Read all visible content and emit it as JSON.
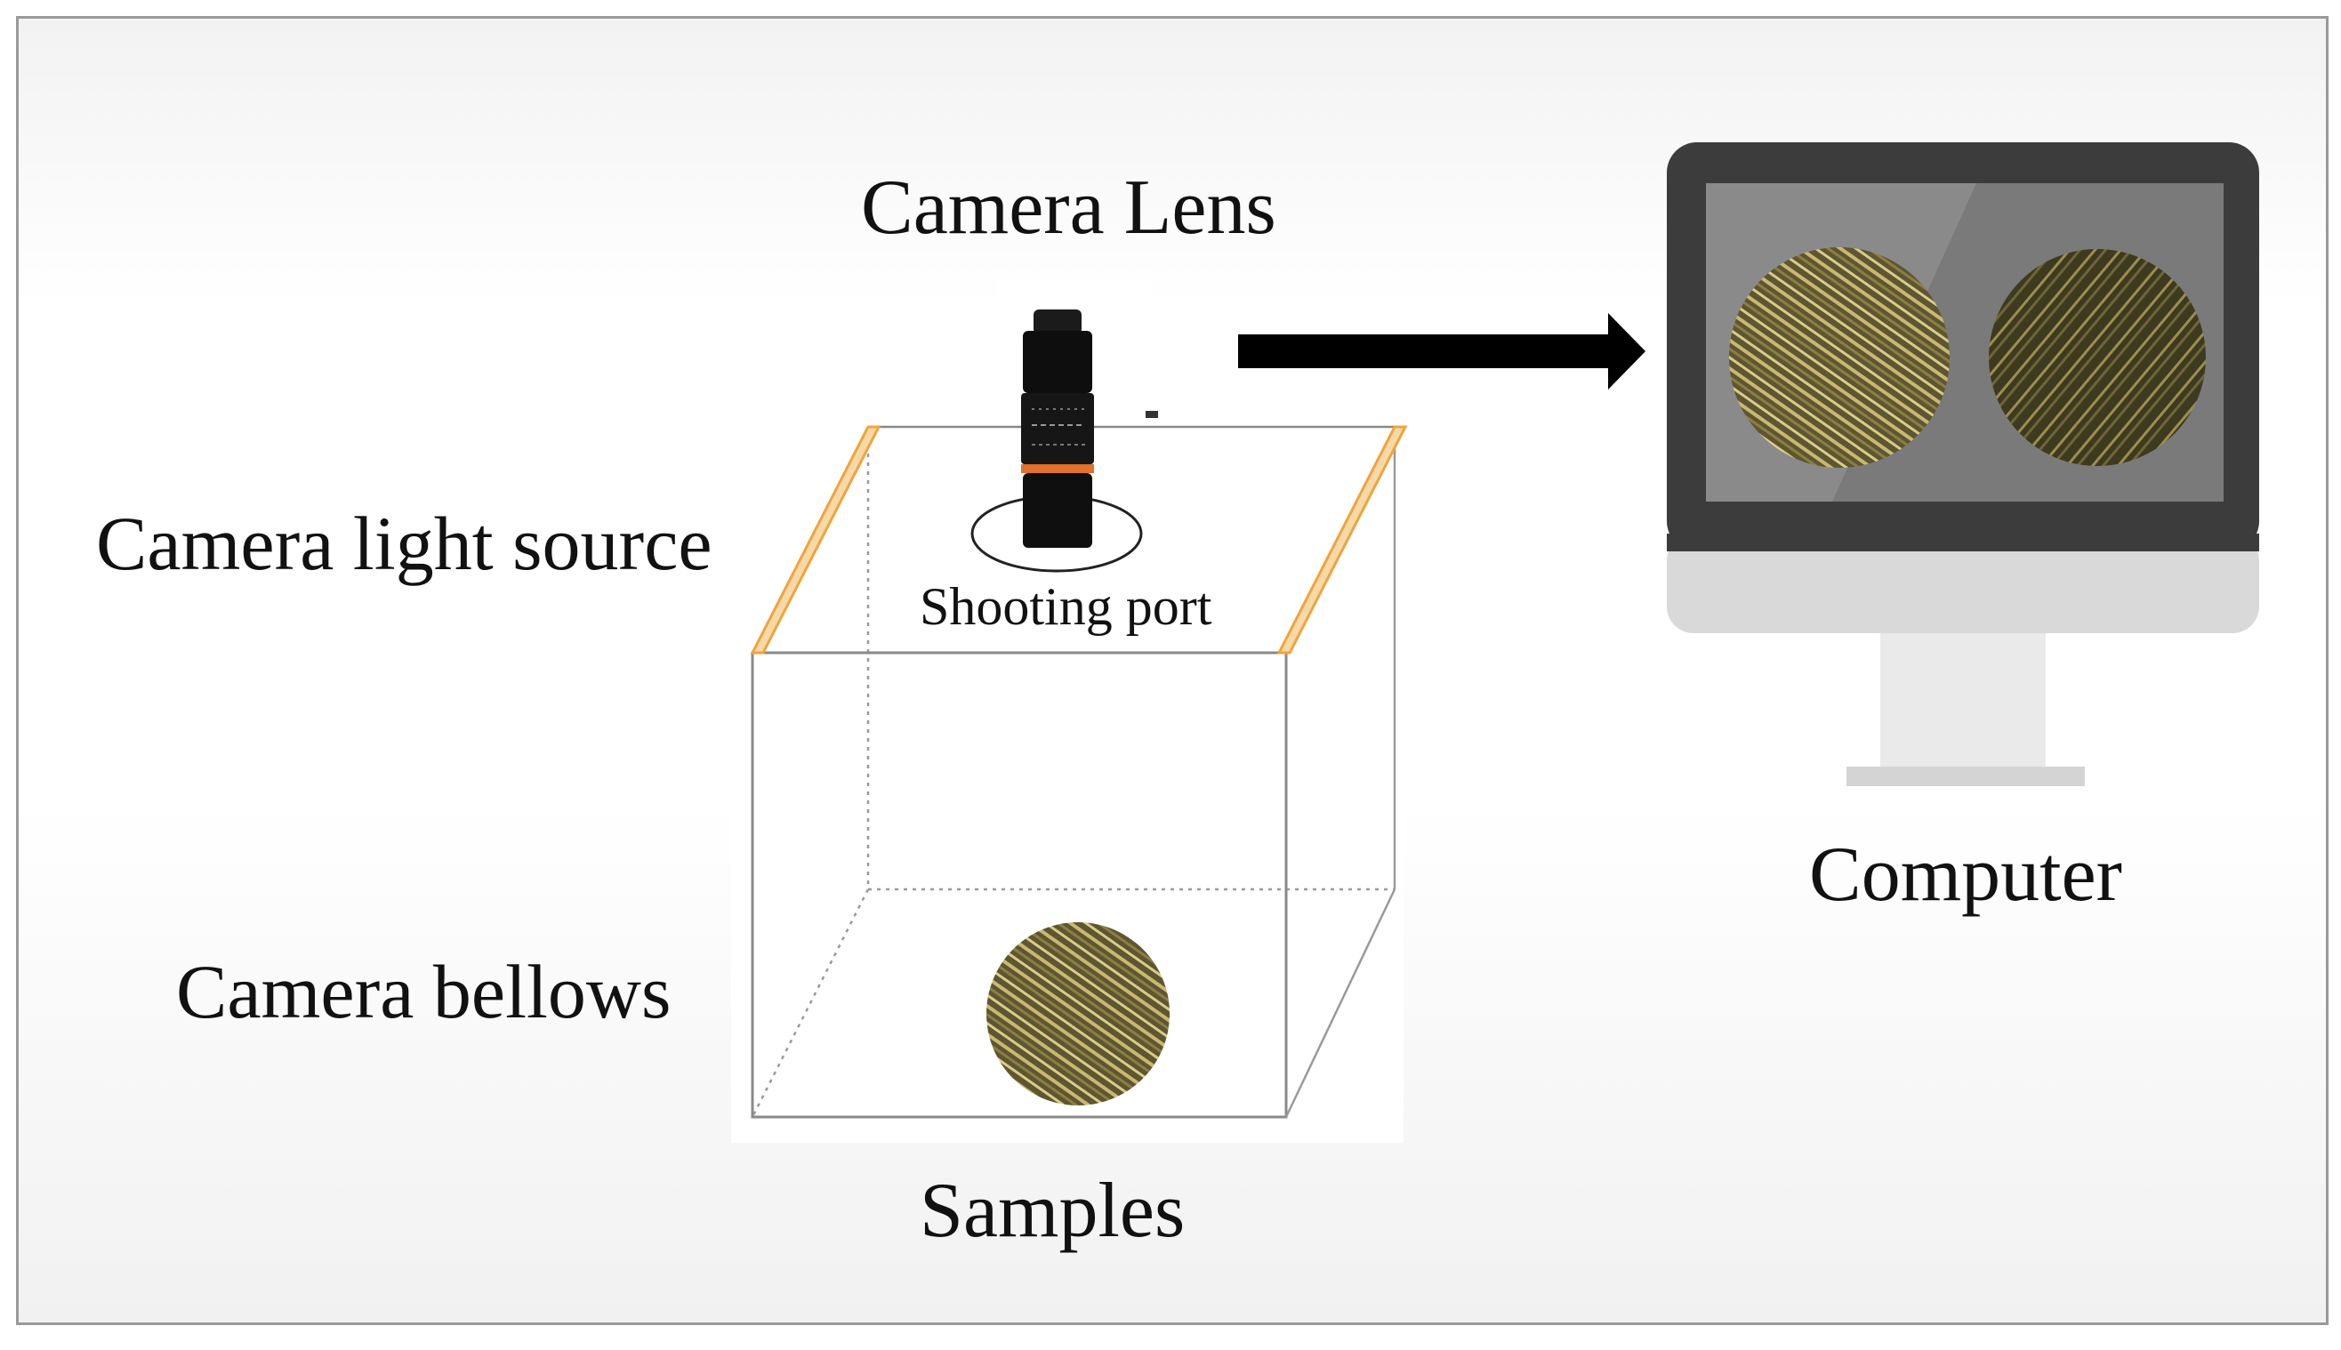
{
  "labels": {
    "camera_lens": "Camera Lens",
    "light_source": "Camera light source",
    "shooting_port": "Shooting port",
    "bellows": "Camera bellows",
    "samples": "Samples",
    "computer": "Computer"
  },
  "colors": {
    "light_strip": "#f0a43c",
    "monitor_bezel": "#3c3c3c",
    "screen": "#8a8a8a",
    "sample_fill": "#6f6636"
  },
  "icons": {
    "camera": "camera-lens-icon",
    "arrow": "right-arrow-icon",
    "monitor": "monitor-icon"
  }
}
